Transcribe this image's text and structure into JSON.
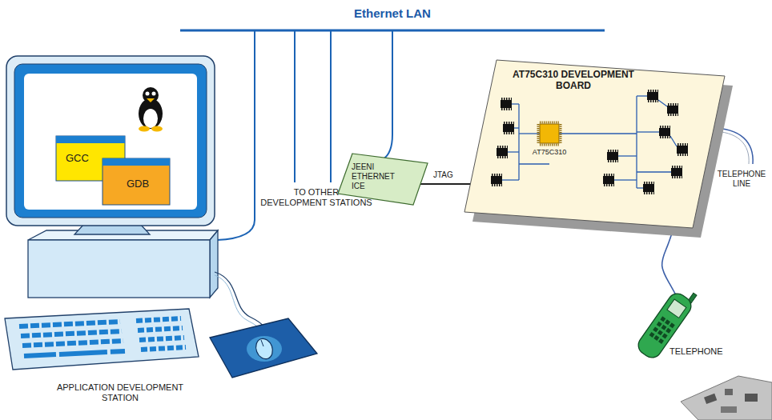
{
  "diagram": {
    "nodes": [
      {
        "text": [
          "GCC"
        ]
      },
      {
        "text": [
          "GDB"
        ]
      },
      {
        "text": [
          "JEENI ETHERNET ICE"
        ]
      },
      {
        "text": [
          "AT75C310 DEVELOPMENT BOARD"
        ]
      },
      {
        "text": [
          "AT75C310"
        ],
        "in": 3
      },
      {
        "text": [
          "TELEPHONE"
        ]
      }
    ],
    "edges": [
      {
        "from": 2,
        "to": 3,
        "arrow": "none",
        "label": "JTAG"
      },
      {
        "from": 3,
        "to": 5,
        "arrow": "none"
      }
    ],
    "labels": [
      "Ethernet LAN",
      "TO OTHER DEVELOPMENT STATIONS",
      "APPLICATION DEVELOPMENT STATION",
      "TELEPHONE LINE"
    ]
  }
}
